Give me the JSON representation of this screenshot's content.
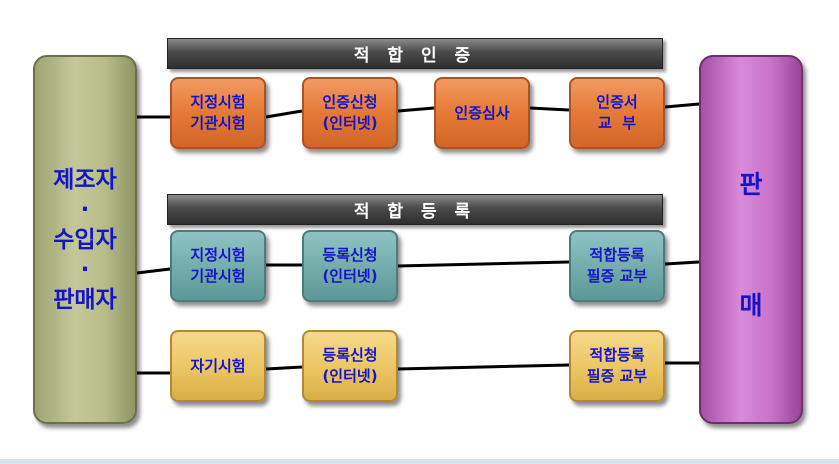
{
  "left_pillar": {
    "line1": "제조자",
    "dot1": "·",
    "line2": "수입자",
    "dot2": "·",
    "line3": "판매자"
  },
  "right_pillar": {
    "top": "판",
    "bottom": "매"
  },
  "banner_cert": "적 합 인 증",
  "banner_reg": "적 합 등 록",
  "row1": [
    {
      "l1": "지정시험",
      "l2": "기관시험"
    },
    {
      "l1": "인증신청",
      "l2": "(인터넷)"
    },
    {
      "l1": "인증심사",
      "l2": ""
    },
    {
      "l1": "인증서",
      "l2": "교  부"
    }
  ],
  "row2": [
    {
      "l1": "지정시험",
      "l2": "기관시험"
    },
    {
      "l1": "등록신청",
      "l2": "(인터넷)"
    },
    {
      "l1": "적합등록",
      "l2": "필증 교부"
    }
  ],
  "row3": [
    {
      "l1": "자기시험",
      "l2": ""
    },
    {
      "l1": "등록신청",
      "l2": "(인터넷)"
    },
    {
      "l1": "적합등록",
      "l2": "필증 교부"
    }
  ],
  "colors": {
    "text": "#1414c8",
    "cert_boxes": "#e67936",
    "reg_boxes_row2": "#73abaa",
    "reg_boxes_row3": "#ebc563",
    "left_pillar": "#b7bc88",
    "right_pillar": "#c972c9",
    "banner": "#3a3a3a"
  }
}
